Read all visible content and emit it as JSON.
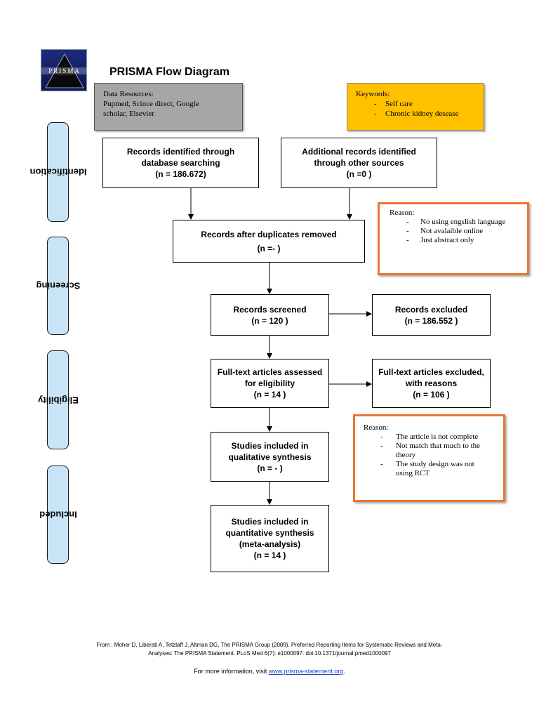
{
  "header": {
    "logo_text": "PRISMA",
    "title": "PRISMA Flow Diagram"
  },
  "resources": {
    "title": "Data Resources:",
    "lines": [
      "Pupmed, Scince direct, Google",
      "scholar, Elsevier"
    ]
  },
  "keywords": {
    "title": "Keywords:",
    "items": [
      "Self care",
      "Chronic kidney desease"
    ]
  },
  "phases": [
    "Identification",
    "Screening",
    "Eligibility",
    "Included"
  ],
  "boxes": {
    "database": [
      "Records identified through",
      "database searching",
      "(n = 186.672)"
    ],
    "other": [
      "Additional records identified",
      "through other sources",
      "(n =0  )"
    ],
    "duplicates": [
      "Records after duplicates removed",
      "(n =-  )"
    ],
    "screened": [
      "Records screened",
      "(n = 120  )"
    ],
    "excluded": [
      "Records excluded",
      "(n = 186.552 )"
    ],
    "fulltext": [
      "Full-text articles assessed",
      "for eligibility",
      "(n = 14 )"
    ],
    "fulltext_excluded": [
      "Full-text articles excluded,",
      "with reasons",
      "(n = 106  )"
    ],
    "qualitative": [
      "Studies included in",
      "qualitative synthesis",
      "(n = - )"
    ],
    "quantitative": [
      "Studies included in",
      "quantitative synthesis",
      "(meta-analysis)",
      "(n =  14 )"
    ]
  },
  "reason1": {
    "title": "Reason:",
    "items": [
      "No using engslish language",
      "Not avalaible online",
      "Just abstract only"
    ]
  },
  "reason2": {
    "title": "Reason:",
    "items": [
      "The article is not complete",
      "Not match that much to the",
      "theory",
      "The study design was not",
      "using RCT"
    ]
  },
  "footer": {
    "citation_1": "From :  Moher D, Liberati A, Tetzlaff J, Altman DG, The PRISMA Group (2009). Preferred Reporting Items for Systematic Reviews and Meta-",
    "citation_2": "Analyses: The PRISMA Statement. PLoS Med 6(7): e1000097. doi:10.1371/journal.pmed1000097",
    "more_info": "For more information, visit",
    "link": "www.prisma-statement.org",
    "period": "."
  }
}
